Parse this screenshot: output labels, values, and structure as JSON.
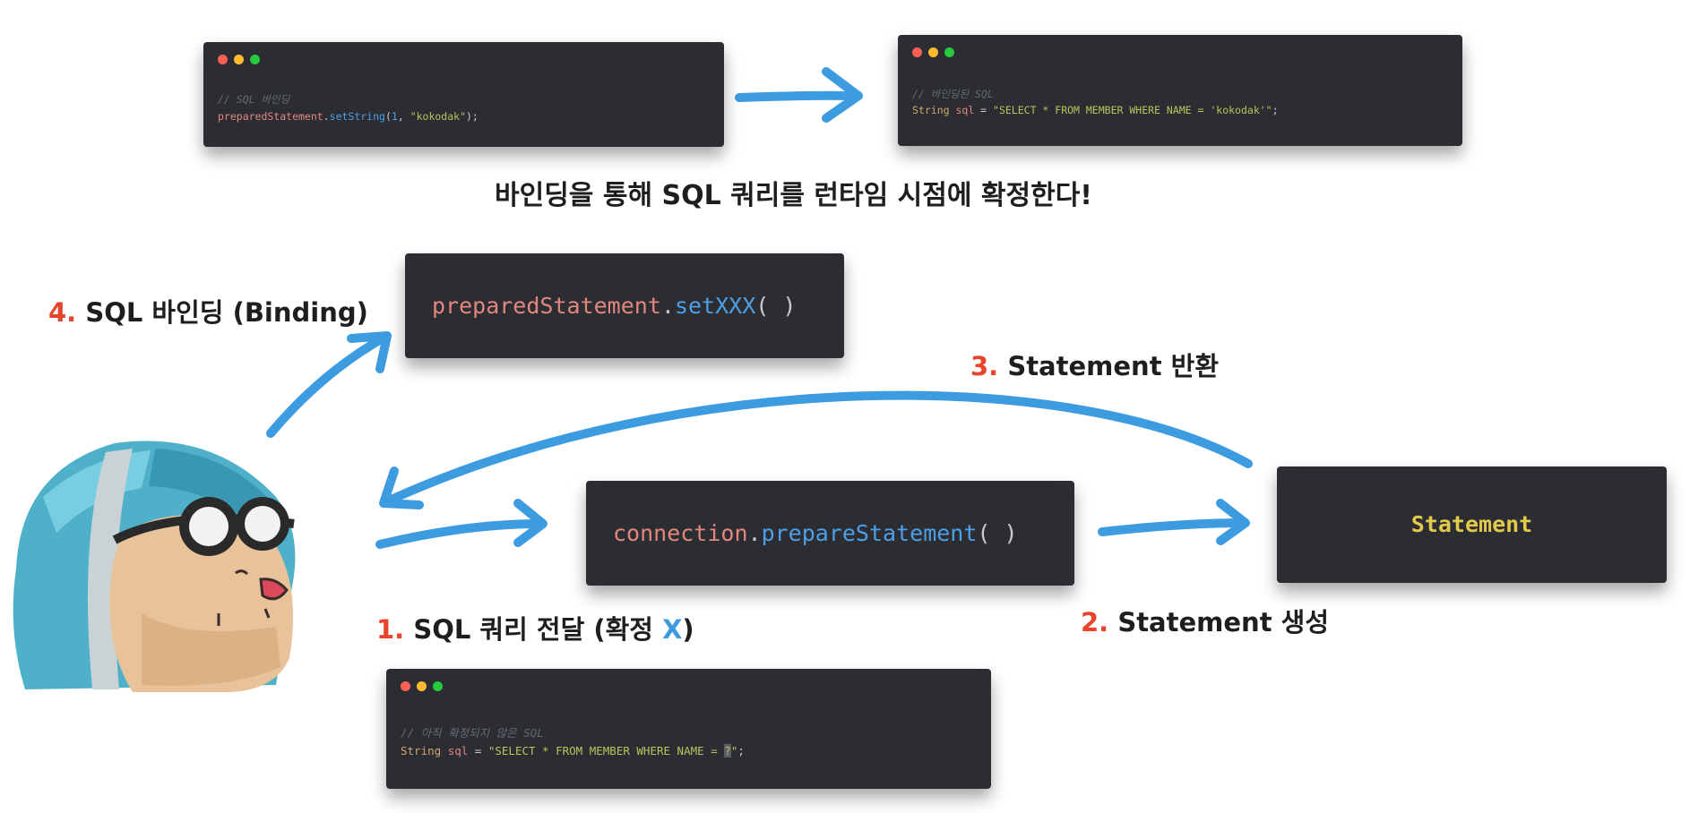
{
  "colors": {
    "arrow": "#3d9be0",
    "step_number": "#e8452c",
    "highlight_x": "#3d9be0",
    "code_bg": "#2b2d33",
    "code_object": "#e2877e",
    "code_method": "#4f9fe6",
    "code_string": "#b9c45a",
    "statement_text": "#e2c94a",
    "dot_red": "#ff5f56",
    "dot_yellow": "#ffbd2e",
    "dot_green": "#27c93f"
  },
  "binding_example": {
    "before_window": {
      "comment": "// SQL 바인딩",
      "code": {
        "object": "preparedStatement",
        "dot": ".",
        "method": "setString",
        "args_open": "(",
        "arg_number": "1",
        "separator": ", ",
        "arg_string": "\"kokodak\"",
        "args_close": ");"
      }
    },
    "after_window": {
      "comment": "// 바인딩된 SQL",
      "code": {
        "type": "String ",
        "var": "sql",
        "assign": " = ",
        "string": "\"SELECT * FROM MEMBER WHERE NAME = 'kokodak'\"",
        "end": ";"
      }
    },
    "caption": "바인딩을 통해 SQL 쿼리를 런타임 시점에 확정한다!"
  },
  "steps": {
    "step1": {
      "number": "1.",
      "text": "SQL 쿼리 전달 (확정 ",
      "highlight": "X",
      "close": ")"
    },
    "step2": {
      "number": "2.",
      "text": "Statement 생성"
    },
    "step3": {
      "number": "3.",
      "text": "Statement 반환"
    },
    "step4": {
      "number": "4.",
      "text": "SQL 바인딩 (Binding)"
    }
  },
  "boxes": {
    "set_xxx": {
      "object": "preparedStatement",
      "dot": ".",
      "method": "setXXX",
      "parens": "( )"
    },
    "prepare": {
      "object": "connection",
      "dot": ".",
      "method": "prepareStatement",
      "parens": "( )"
    },
    "statement": {
      "label": "Statement"
    }
  },
  "unbound_window": {
    "comment": "// 아직 확정되지 않은 SQL",
    "code": {
      "type": "String ",
      "var": "sql",
      "assign": " = ",
      "string_start": "\"SELECT * FROM MEMBER WHERE NAME = ",
      "placeholder": "?",
      "string_end": "\"",
      "end": ";"
    }
  },
  "mascot": {
    "icon": "goggles-mascot-icon"
  }
}
